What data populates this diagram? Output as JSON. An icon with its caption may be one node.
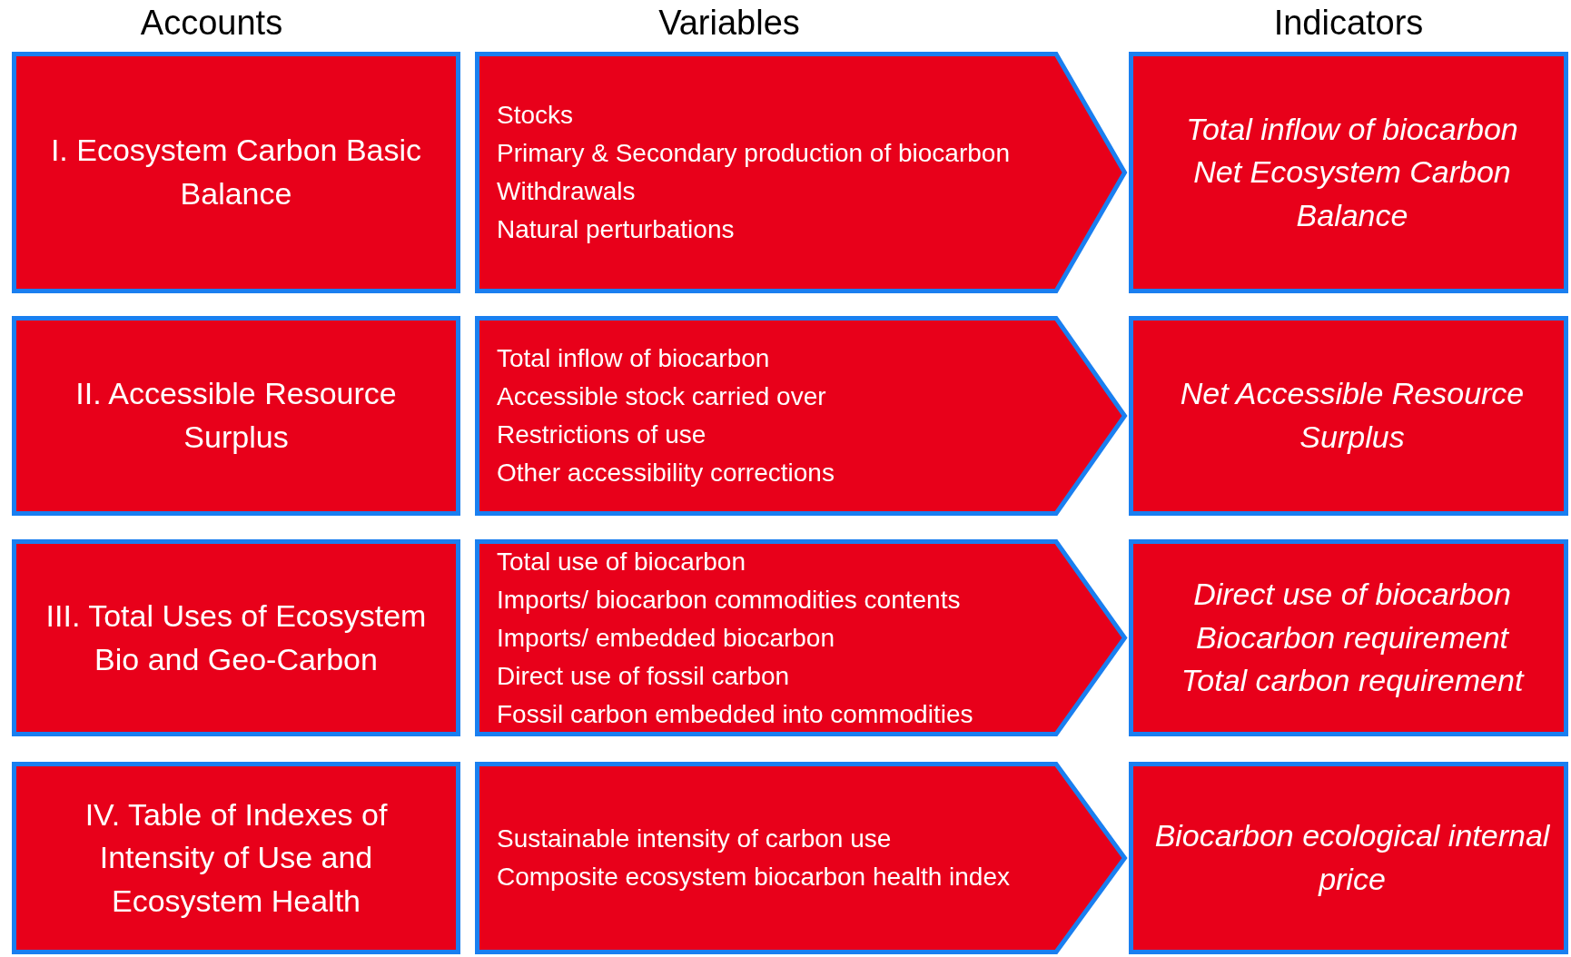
{
  "diagram": {
    "nodes": [
      {
        "text": [
          "I.  Ecosystem Carbon Basic Balance"
        ]
      },
      {
        "text": [
          "Stocks",
          "Primary & Secondary production of biocarbon",
          "Withdrawals",
          "Natural perturbations"
        ]
      },
      {
        "text": [
          "Total inflow of biocarbon",
          "Net Ecosystem Carbon Balance"
        ]
      },
      {
        "text": [
          "II. Accessible Resource Surplus"
        ]
      },
      {
        "text": [
          "Total inflow of biocarbon",
          "Accessible stock carried over",
          "Restrictions of use",
          "Other accessibility corrections"
        ]
      },
      {
        "text": [
          "Net Accessible Resource Surplus"
        ]
      },
      {
        "text": [
          "III. Total Uses of Ecosystem Bio and  Geo-Carbon"
        ]
      },
      {
        "text": [
          "Total use of biocarbon",
          "Imports/ biocarbon commodities contents",
          "Imports/ embedded biocarbon",
          "Direct use of fossil carbon",
          "Fossil carbon embedded into commodities"
        ]
      },
      {
        "text": [
          "Direct use of biocarbon",
          "Biocarbon requirement",
          "Total carbon requirement"
        ]
      },
      {
        "text": [
          "IV. Table of Indexes of Intensity of Use and Ecosystem Health"
        ]
      },
      {
        "text": [
          "Sustainable intensity of carbon use",
          "Composite ecosystem  biocarbon health index"
        ]
      },
      {
        "text": [
          "Biocarbon ecological internal price"
        ]
      }
    ],
    "labels": [
      "Accounts",
      "Variables",
      "Indicators"
    ]
  }
}
